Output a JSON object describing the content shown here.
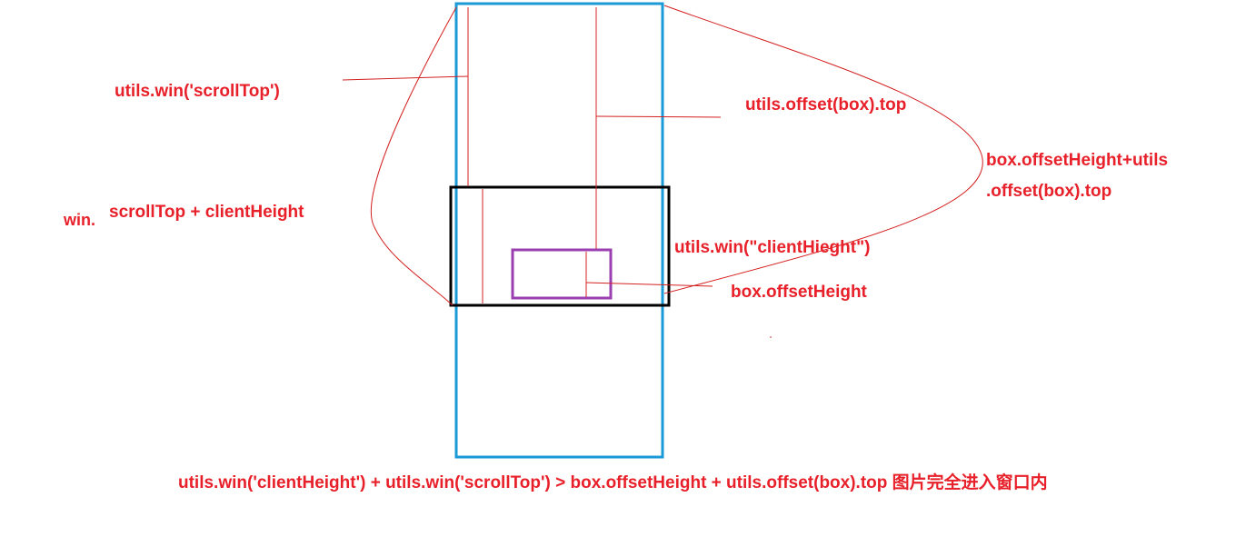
{
  "labels": {
    "win_scroll_top": "utils.win('scrollTop')",
    "offset_top": "utils.offset(box).top",
    "offset_height_plus_1": "box.offsetHeight+utils",
    "offset_height_plus_2": ".offset(box).top",
    "win_prefix": "win.",
    "scroll_plus_client": "scrollTop + clientHeight",
    "win_client_height": "utils.win(\"clientHieght\")",
    "box_offset_height": "box.offsetHeight",
    "condition": "utils.win('clientHeight') + utils.win('scrollTop') > box.offsetHeight + utils.offset(box).top  图片完全进入窗口内"
  },
  "colors": {
    "label_text": "#e8202a",
    "annotation_line": "#d42020",
    "page_rect": "#1a9ad6",
    "viewport_rect": "#000000",
    "box_rect": "#9b3fb0"
  }
}
